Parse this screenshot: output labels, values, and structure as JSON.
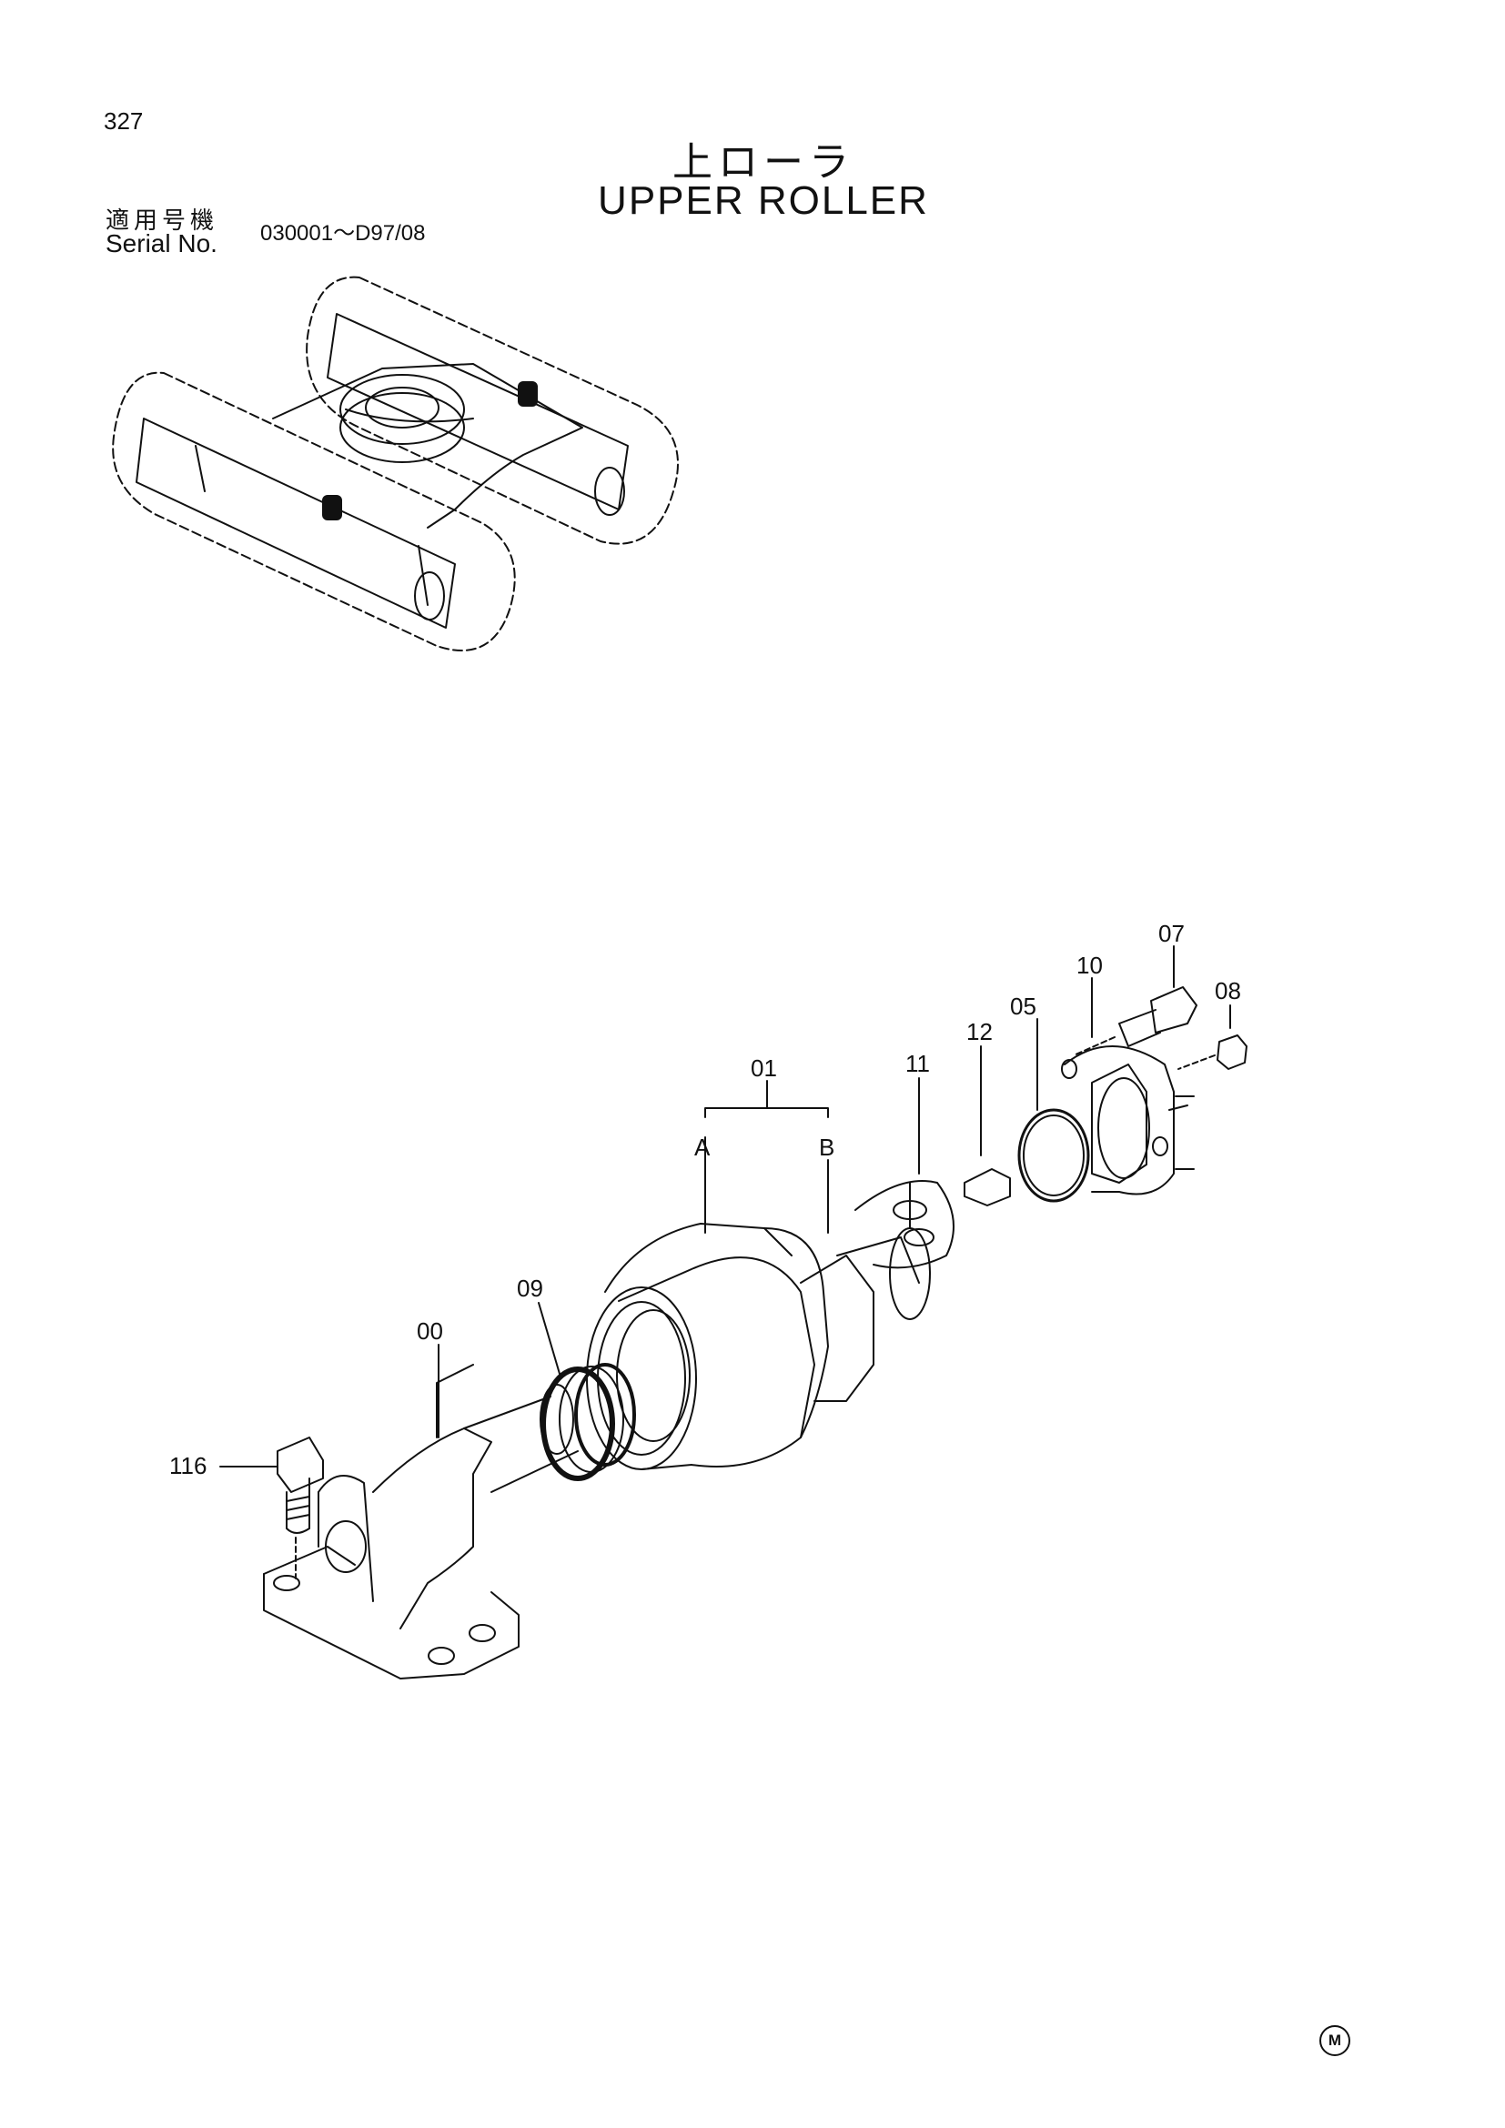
{
  "page_number": "327",
  "title_ja": "上ローラ",
  "title_en": "UPPER ROLLER",
  "serial_label_ja": "適用号機",
  "serial_label_en": "Serial No.",
  "serial_range": "030001～D97/08",
  "callouts": {
    "c00": "00",
    "c01": "01",
    "cA": "A",
    "cB": "B",
    "c05": "05",
    "c07": "07",
    "c08": "08",
    "c09": "09",
    "c10": "10",
    "c11": "11",
    "c12": "12",
    "c116": "116"
  },
  "corner_mark": "M"
}
